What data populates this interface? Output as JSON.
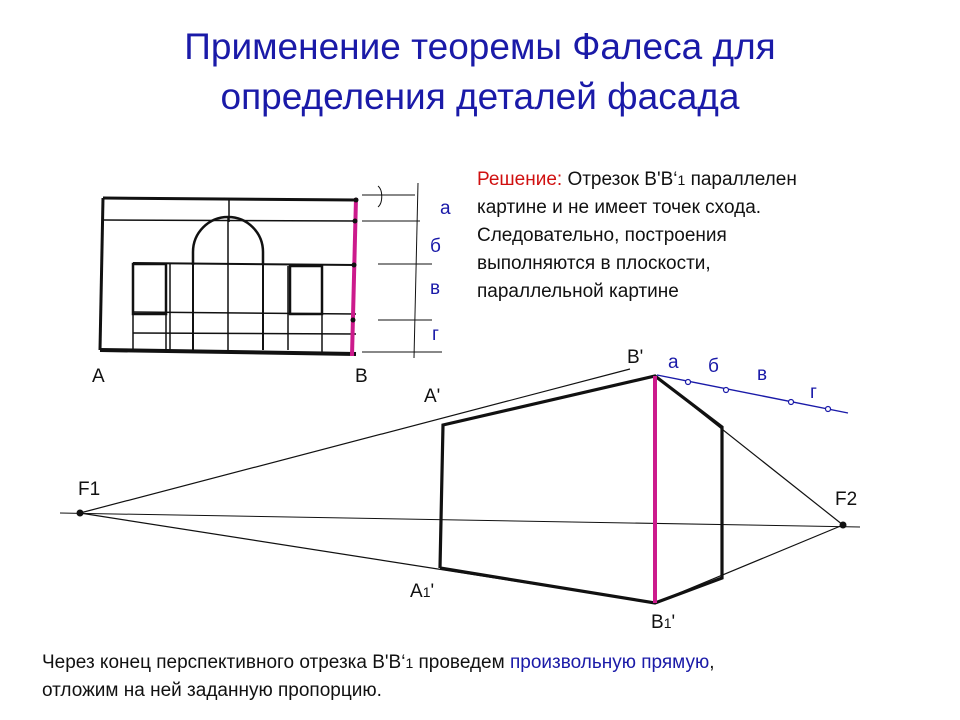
{
  "title": {
    "line1": "Применение теоремы Фалеса для",
    "line2": "определения деталей фасада"
  },
  "solution": {
    "label": "Решение:",
    "line1": " Отрезок B'B‘",
    "sub1": "1",
    "line1_end": " параллелен",
    "line2": "картине и не имеет точек схода.",
    "line3": "Следовательно, построения",
    "line4": "выполняются в плоскости,",
    "line5": "параллельной картине"
  },
  "footer": {
    "p1": "Через конец перспективного отрезка B'B‘",
    "p1_sub": "1",
    "p1_mid": " проведем ",
    "p1_blue": "произвольную прямую",
    "p1_end": ",",
    "p2": "отложим на ней заданную пропорцию."
  },
  "labels": {
    "A": "A",
    "B": "B",
    "A_prime": "A'",
    "B_prime": "B'",
    "A1_prime": "A",
    "A1_sub": "1",
    "A1_tick": "'",
    "B1_prime": "B",
    "B1_sub": "1",
    "B1_tick": "'",
    "F1": "F1",
    "F2": "F2"
  },
  "facade_scale": {
    "a": "а",
    "b": "б",
    "v": "в",
    "g": "г"
  },
  "arb_line": {
    "a": "а",
    "b": "б",
    "v": "в",
    "g": "г"
  },
  "colors": {
    "title": "#1a1aa8",
    "magenta": "#cc1a8c",
    "red": "#d01010",
    "blue": "#1a1aa8"
  }
}
